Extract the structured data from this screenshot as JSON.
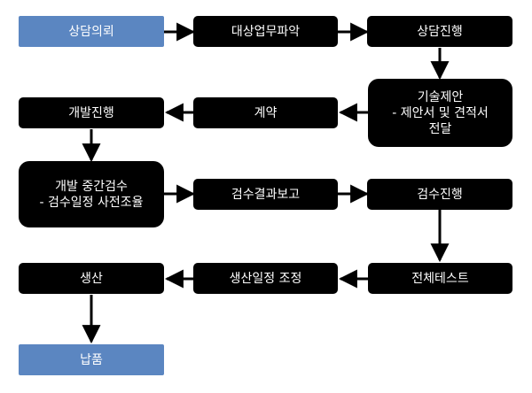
{
  "flow": {
    "start": "상담의뢰",
    "business": "대상업무파악",
    "consult": "상담진행",
    "proposal": "기술제안\n- 제안서 및 견적서\n전달",
    "contract": "계약",
    "develop": "개발진행",
    "interim": "개발 중간검수\n- 검수일정 사전조율",
    "report": "검수결과보고",
    "inspection": "검수진행",
    "fulltest": "전체테스트",
    "schedule": "생산일정 조정",
    "production": "생산",
    "delivery": "납품"
  },
  "colors": {
    "start_end": "#5b86c1",
    "process": "#000000",
    "arrow": "#000000"
  }
}
